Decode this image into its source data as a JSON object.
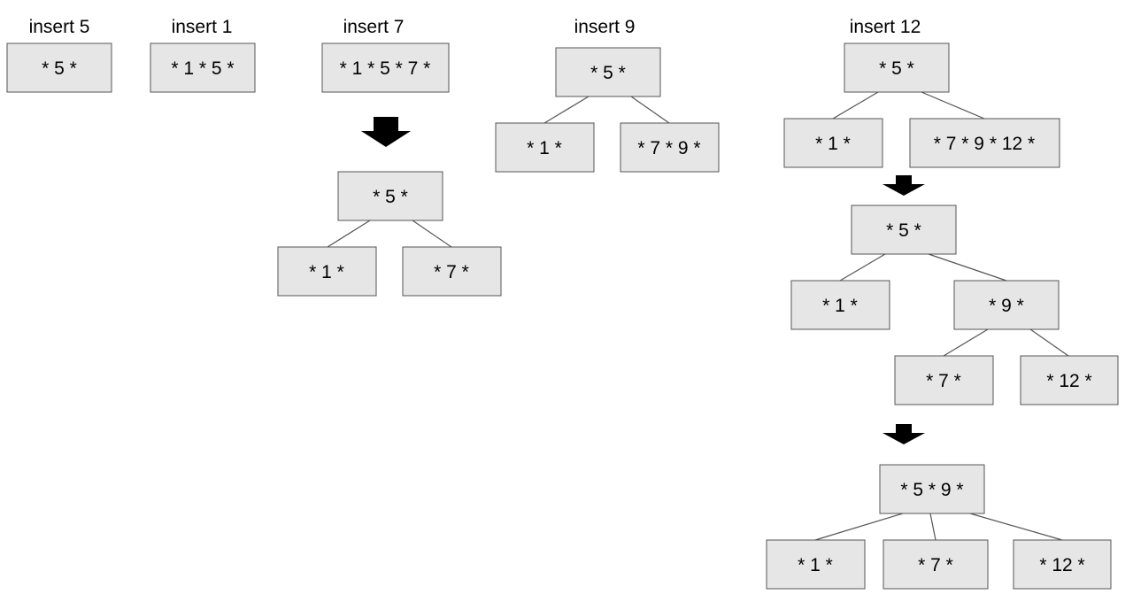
{
  "captions": {
    "insert_5": "insert 5",
    "insert_1": "insert 1",
    "insert_7": "insert 7",
    "insert_9": "insert 9",
    "insert_12": "insert 12"
  },
  "nodes": {
    "s1_root": "* 5 *",
    "s2_root": "* 1 * 5 *",
    "s3_root_overflow": "* 1 * 5 * 7 *",
    "s3_split_root": "* 5 *",
    "s3_split_left": "* 1 *",
    "s3_split_right": "* 7 *",
    "s4_root": "* 5 *",
    "s4_left": "* 1 *",
    "s4_right": "* 7 * 9 *",
    "s5a_root": "* 5 *",
    "s5a_left": "* 1 *",
    "s5a_right": "* 7 * 9 * 12 *",
    "s5b_root": "* 5 *",
    "s5b_left": "* 1 *",
    "s5b_mid": "* 9 *",
    "s5b_mid_left": "* 7 *",
    "s5b_mid_right": "* 12 *",
    "s5c_root": "* 5 * 9 *",
    "s5c_left": "* 1 *",
    "s5c_mid": "* 7 *",
    "s5c_right": "* 12 *"
  },
  "icons": {
    "arrow": "down-arrow-icon"
  }
}
